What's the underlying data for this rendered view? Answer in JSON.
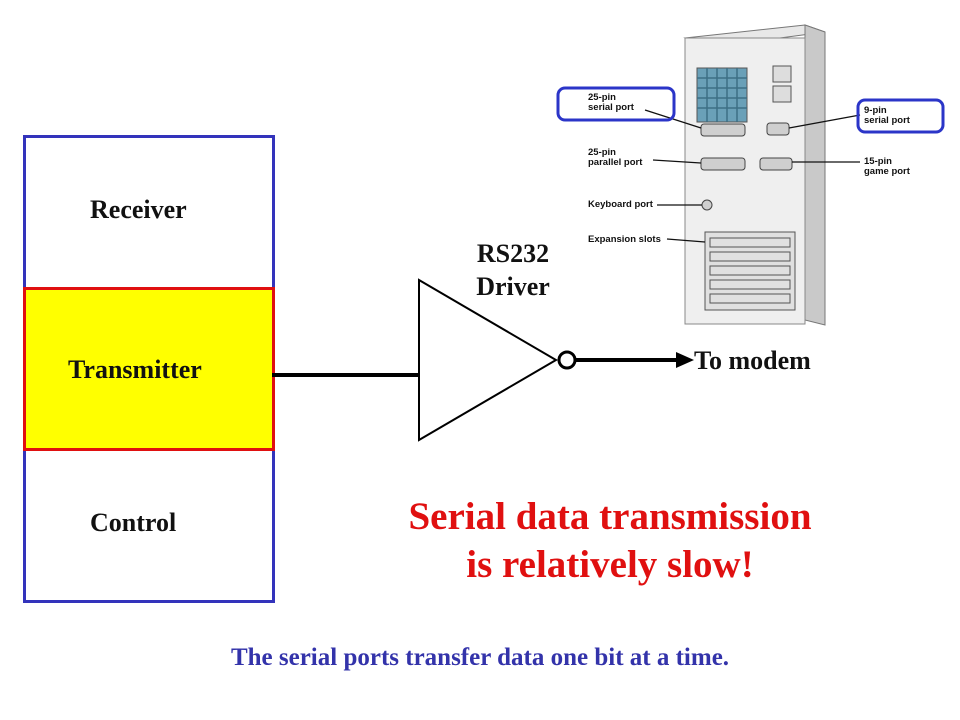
{
  "uart": {
    "receiver_label": "Receiver",
    "transmitter_label": "Transmitter",
    "control_label": "Control"
  },
  "driver": {
    "label_line1": "RS232",
    "label_line2": "Driver"
  },
  "output_label": "To modem",
  "pc": {
    "labels": {
      "serial25_line1": "25-pin",
      "serial25_line2": "serial port",
      "parallel25_line1": "25-pin",
      "parallel25_line2": "parallel port",
      "keyboard": "Keyboard port",
      "expansion": "Expansion slots",
      "serial9_line1": "9-pin",
      "serial9_line2": "serial port",
      "game15_line1": "15-pin",
      "game15_line2": "game port"
    }
  },
  "headline": {
    "line1": "Serial data transmission",
    "line2": "is relatively slow!"
  },
  "footer": "The serial ports transfer data one bit at a time.",
  "colors": {
    "box_border": "#3333bb",
    "transmitter_fill": "#ffff00",
    "transmitter_border": "#e01010",
    "headline": "#e01010",
    "footer": "#3333aa",
    "highlight": "#2b35c8"
  }
}
